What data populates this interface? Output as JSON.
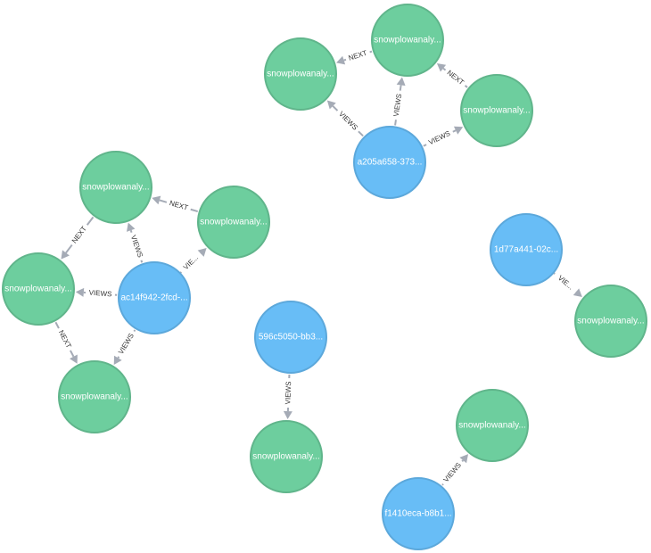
{
  "colors": {
    "page_node_fill": "#6dce9e",
    "page_node_stroke": "#60b58b",
    "user_node_fill": "#68bdf6",
    "user_node_stroke": "#5ca8db",
    "relationship": "#a5abb6",
    "relationship_text": "#333333"
  },
  "nodes": [
    {
      "id": "p1",
      "kind": "page",
      "label": "snowplowanaly..."
    },
    {
      "id": "p2",
      "kind": "page",
      "label": "snowplowanaly..."
    },
    {
      "id": "p3",
      "kind": "page",
      "label": "snowplowanaly..."
    },
    {
      "id": "u1",
      "kind": "user",
      "label": "a205a658-373..."
    },
    {
      "id": "p4",
      "kind": "page",
      "label": "snowplowanaly..."
    },
    {
      "id": "p5",
      "kind": "page",
      "label": "snowplowanaly..."
    },
    {
      "id": "p6",
      "kind": "page",
      "label": "snowplowanaly..."
    },
    {
      "id": "u2",
      "kind": "user",
      "label": "ac14f942-2fcd-..."
    },
    {
      "id": "p7",
      "kind": "page",
      "label": "snowplowanaly..."
    },
    {
      "id": "u3",
      "kind": "user",
      "label": "596c5050-bb3..."
    },
    {
      "id": "p8",
      "kind": "page",
      "label": "snowplowanaly..."
    },
    {
      "id": "u4",
      "kind": "user",
      "label": "1d77a441-02c..."
    },
    {
      "id": "p9",
      "kind": "page",
      "label": "snowplowanaly..."
    },
    {
      "id": "p10",
      "kind": "page",
      "label": "snowplowanaly..."
    },
    {
      "id": "u5",
      "kind": "user",
      "label": "f1410eca-b8b1..."
    }
  ],
  "relationships": [
    {
      "from": "p2",
      "to": "p1",
      "label": "NEXT"
    },
    {
      "from": "p3",
      "to": "p2",
      "label": "NEXT"
    },
    {
      "from": "u1",
      "to": "p1",
      "label": "VIEWS"
    },
    {
      "from": "u1",
      "to": "p2",
      "label": "VIEWS"
    },
    {
      "from": "u1",
      "to": "p3",
      "label": "VIEWS"
    },
    {
      "from": "p5",
      "to": "p4",
      "label": "NEXT"
    },
    {
      "from": "p4",
      "to": "p6",
      "label": "NEXT"
    },
    {
      "from": "p6",
      "to": "p7",
      "label": "NEXT"
    },
    {
      "from": "u2",
      "to": "p4",
      "label": "VIEWS"
    },
    {
      "from": "u2",
      "to": "p5",
      "label": "VIE..."
    },
    {
      "from": "u2",
      "to": "p6",
      "label": "VIEWS"
    },
    {
      "from": "u2",
      "to": "p7",
      "label": "VIEWS"
    },
    {
      "from": "u3",
      "to": "p8",
      "label": "VIEWS"
    },
    {
      "from": "u4",
      "to": "p9",
      "label": "VIE..."
    },
    {
      "from": "u5",
      "to": "p10",
      "label": "VIEWS"
    }
  ]
}
